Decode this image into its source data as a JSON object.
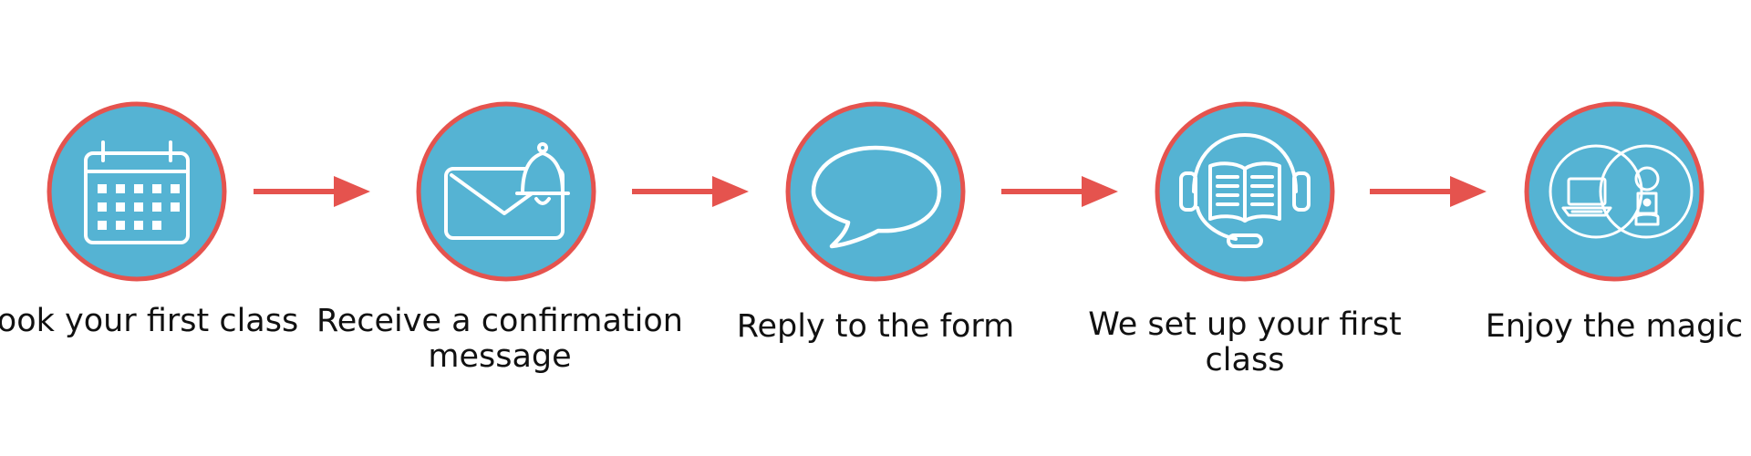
{
  "colors": {
    "circle_fill": "#55b3d3",
    "circle_border": "#e5534e",
    "arrow": "#e5534e",
    "icon_stroke": "#ffffff",
    "text": "#111111"
  },
  "steps": [
    {
      "label": "Book your first class",
      "icon": "calendar-icon"
    },
    {
      "label": "Receive a confirmation message",
      "icon": "envelope-bell-icon"
    },
    {
      "label": "Reply to the form",
      "icon": "speech-bubble-icon"
    },
    {
      "label": "We set up your first class",
      "icon": "headset-book-icon"
    },
    {
      "label": "Enjoy the magic",
      "icon": "laptop-person-icon"
    }
  ]
}
